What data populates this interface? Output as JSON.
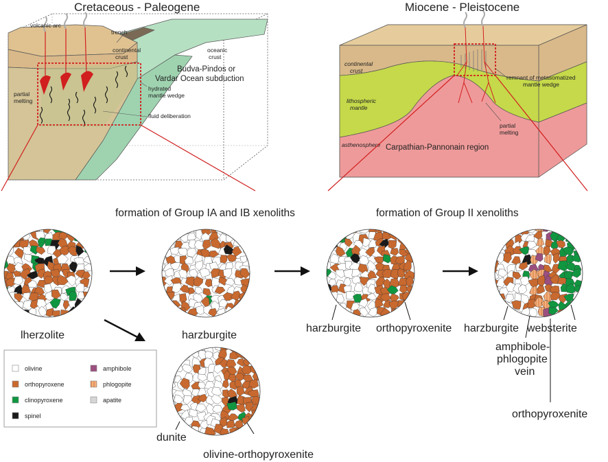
{
  "panel_left": {
    "title": "Cretaceous - Paleogene",
    "labels": {
      "volcanic_arc": "volcanic arc",
      "trench": "trench",
      "oceanic_crust_1": "oceanic",
      "oceanic_crust_2": "crust",
      "continental_crust_1": "continental",
      "continental_crust_2": "crust",
      "subduction_1": "Budva-Pindos or",
      "subduction_2": "Vardar Ocean subduction",
      "partial_melting_1": "partial",
      "partial_melting_2": "melting",
      "hydrated_1": "hydrated",
      "hydrated_2": "mantle wedge",
      "fluid": "fluid deliberation"
    }
  },
  "panel_right": {
    "title": "Miocene - Pleistocene",
    "labels": {
      "continental_crust_1": "continental",
      "continental_crust_2": "crust",
      "lithospheric_1": "lithospheric",
      "lithospheric_2": "mantle",
      "asthenosphere": "asthenosphere",
      "remnant_1": "remnant of metasomatized",
      "remnant_2": "mantle wedge",
      "partial_melting_1": "partial",
      "partial_melting_2": "melting",
      "region": "Carpathian-Pannonain region"
    }
  },
  "headings": {
    "group1": "formation of Group IA and IB xenoliths",
    "group2": "formation of Group II xenoliths"
  },
  "xenoliths": {
    "lherzolite": "lherzolite",
    "harzburgite": "harzburgite",
    "g2_harzburgite": "harzburgite",
    "g2_orthopyroxenite": "orthopyroxenite",
    "g3_harzburgite": "harzburgite",
    "g3_vein_1": "amphibole-",
    "g3_vein_2": "phlogopite",
    "g3_vein_3": "vein",
    "g3_websterite": "websterite",
    "g3_orthopyroxenite": "orthopyroxenite",
    "dunite": "dunite",
    "olivine_orthopyroxenite": "olivine-orthopyroxenite"
  },
  "legend": {
    "items": [
      {
        "label": "olivine",
        "color": "#ffffff"
      },
      {
        "label": "orthopyroxene",
        "color": "#c8692f"
      },
      {
        "label": "clinopyroxene",
        "color": "#109640"
      },
      {
        "label": "spinel",
        "color": "#1a1a1a"
      },
      {
        "label": "amphibole",
        "color": "#9b4f7f"
      },
      {
        "label": "phlogopite",
        "color": "#f2a36b"
      },
      {
        "label": "apatite",
        "color": "#d6d6d6"
      }
    ]
  },
  "colors": {
    "crust": "#d9b98a",
    "lithosphere": "#c5d94a",
    "asthenosphere": "#ef9a9a",
    "oceanic": "#9fd3b0",
    "red_dash": "#d11e1e",
    "magma": "#d11e1e"
  }
}
